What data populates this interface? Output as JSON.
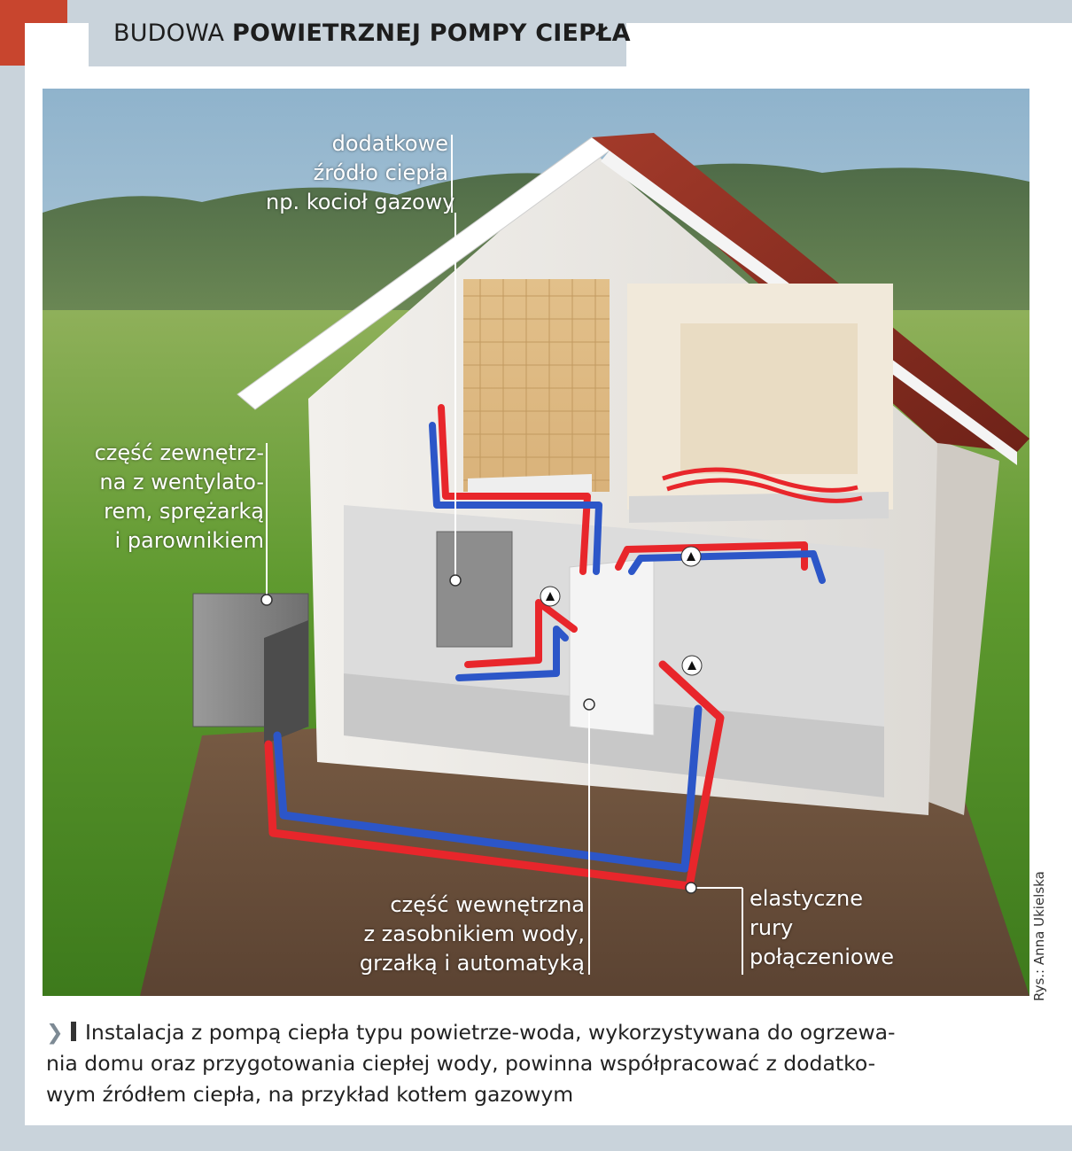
{
  "title": {
    "normal": "BUDOWA ",
    "bold": "POWIETRZNEJ POMPY CIEPŁA"
  },
  "labels": {
    "boiler": [
      "dodatkowe",
      "źródło ciepła",
      "np. kocioł gazowy"
    ],
    "outdoor": [
      "część zewnętrz-",
      "na z wentylato-",
      "rem, sprężarką",
      "i parownikiem"
    ],
    "indoor": [
      "część wewnętrzna",
      "z zasobnikiem wody,",
      "grzałką i automatyką"
    ],
    "pipes": [
      "elastyczne",
      "rury",
      "połączeniowe"
    ]
  },
  "credit": "Rys.: Anna Ukielska",
  "caption": {
    "line1": "Instalacja z pompą ciepła typu powietrze-woda, wykorzystywana do ogrzewa-",
    "line2": "nia domu oraz przygotowania ciepłej wody, powinna współpracować z dodatko-",
    "line3": "wym źródłem ciepła, na przykład kotłem gazowym"
  },
  "colors": {
    "accent_red": "#c8452e",
    "panel_gray": "#c9d3db",
    "pipe_red": "#e8262b",
    "pipe_blue": "#2c56c8"
  }
}
